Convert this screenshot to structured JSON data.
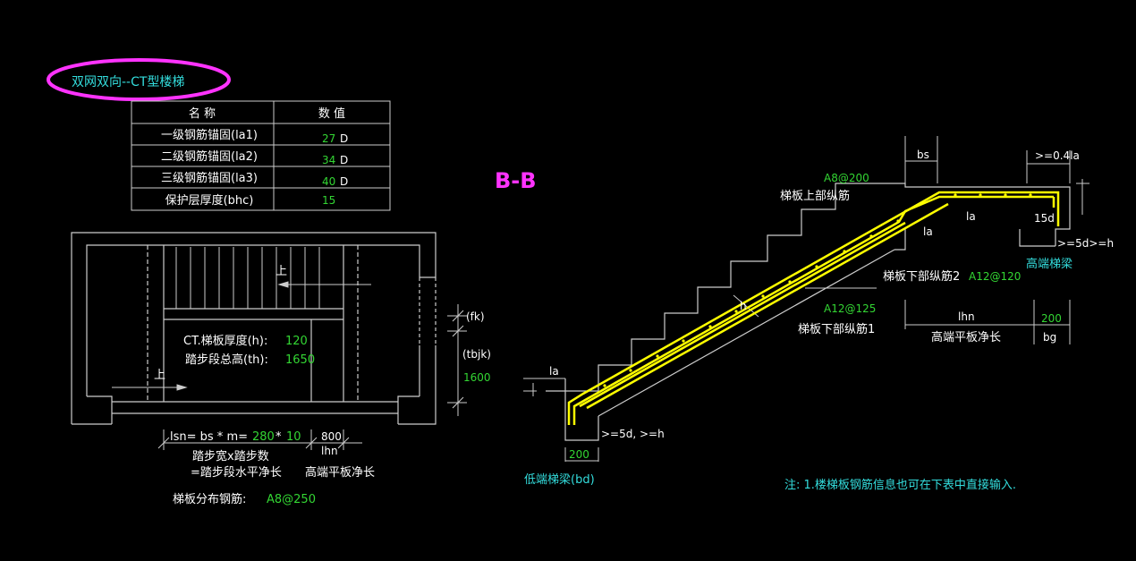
{
  "title": "双网双向--CT型楼梯",
  "section_label": "B-B",
  "params_table": {
    "headers": [
      "名  称",
      "数  值"
    ],
    "rows": [
      {
        "name": "一级钢筋锚固(la1)",
        "value": "27",
        "unit": "D"
      },
      {
        "name": "二级钢筋锚固(la2)",
        "value": "34",
        "unit": "D"
      },
      {
        "name": "三级钢筋锚固(la3)",
        "value": "40",
        "unit": "D"
      },
      {
        "name": "保护层厚度(bhc)",
        "value": "15",
        "unit": ""
      }
    ]
  },
  "plan": {
    "up_label_1": "上",
    "up_label_2": "上",
    "thickness_label": "CT.梯板厚度(h):",
    "thickness_value": "120",
    "height_label": "踏步段总高(th):",
    "height_value": "1650",
    "fk_label": "(fk)",
    "tbjk_label": "(tbjk)",
    "tbjk_value": "1600",
    "lsn_prefix": "lsn= bs * m=",
    "step_width_value": "280",
    "step_times": "*",
    "step_count_value": "10",
    "lhn_value": "800",
    "lhn_label": "lhn",
    "note_step_width_count": "踏步宽x踏步数",
    "note_horizontal_length": "=踏步段水平净长",
    "note_high_landing": "高端平板净长",
    "distribution_label": "梯板分布钢筋:",
    "distribution_value": "A8@250"
  },
  "section": {
    "bs_label": "bs",
    "la_ratio_label": ">=0.4la",
    "upper_rebar_value": "A8@200",
    "upper_rebar_label": "梯板上部纵筋",
    "la_label_1": "la",
    "la_label_2": "la",
    "la_label_3": "la",
    "hook_15d_label": "15d",
    "hook_5d_right_label": ">=5d>=h",
    "high_beam_label": "高端梯梁",
    "lower_rebar2_label": "梯板下部纵筋2",
    "lower_rebar2_value": "A12@120",
    "h_label": "h",
    "lower_rebar1_value": "A12@125",
    "lower_rebar1_label": "梯板下部纵筋1",
    "lhn_label": "lhn",
    "bg_value": "200",
    "bg_label": "bg",
    "high_landing_label": "高端平板净长",
    "hook_5d_left_label": ">=5d, >=h",
    "bd_value": "200",
    "low_beam_label": "低端梯梁(bd)",
    "note": "注: 1.楼梯板钢筋信息也可在下表中直接输入."
  },
  "colors": {
    "highlight_ellipse": "#ff33ff",
    "rebar": "#ffff00",
    "value_text": "#33d633",
    "label_text": "#ffffff",
    "cyan_text": "#33dddd"
  }
}
